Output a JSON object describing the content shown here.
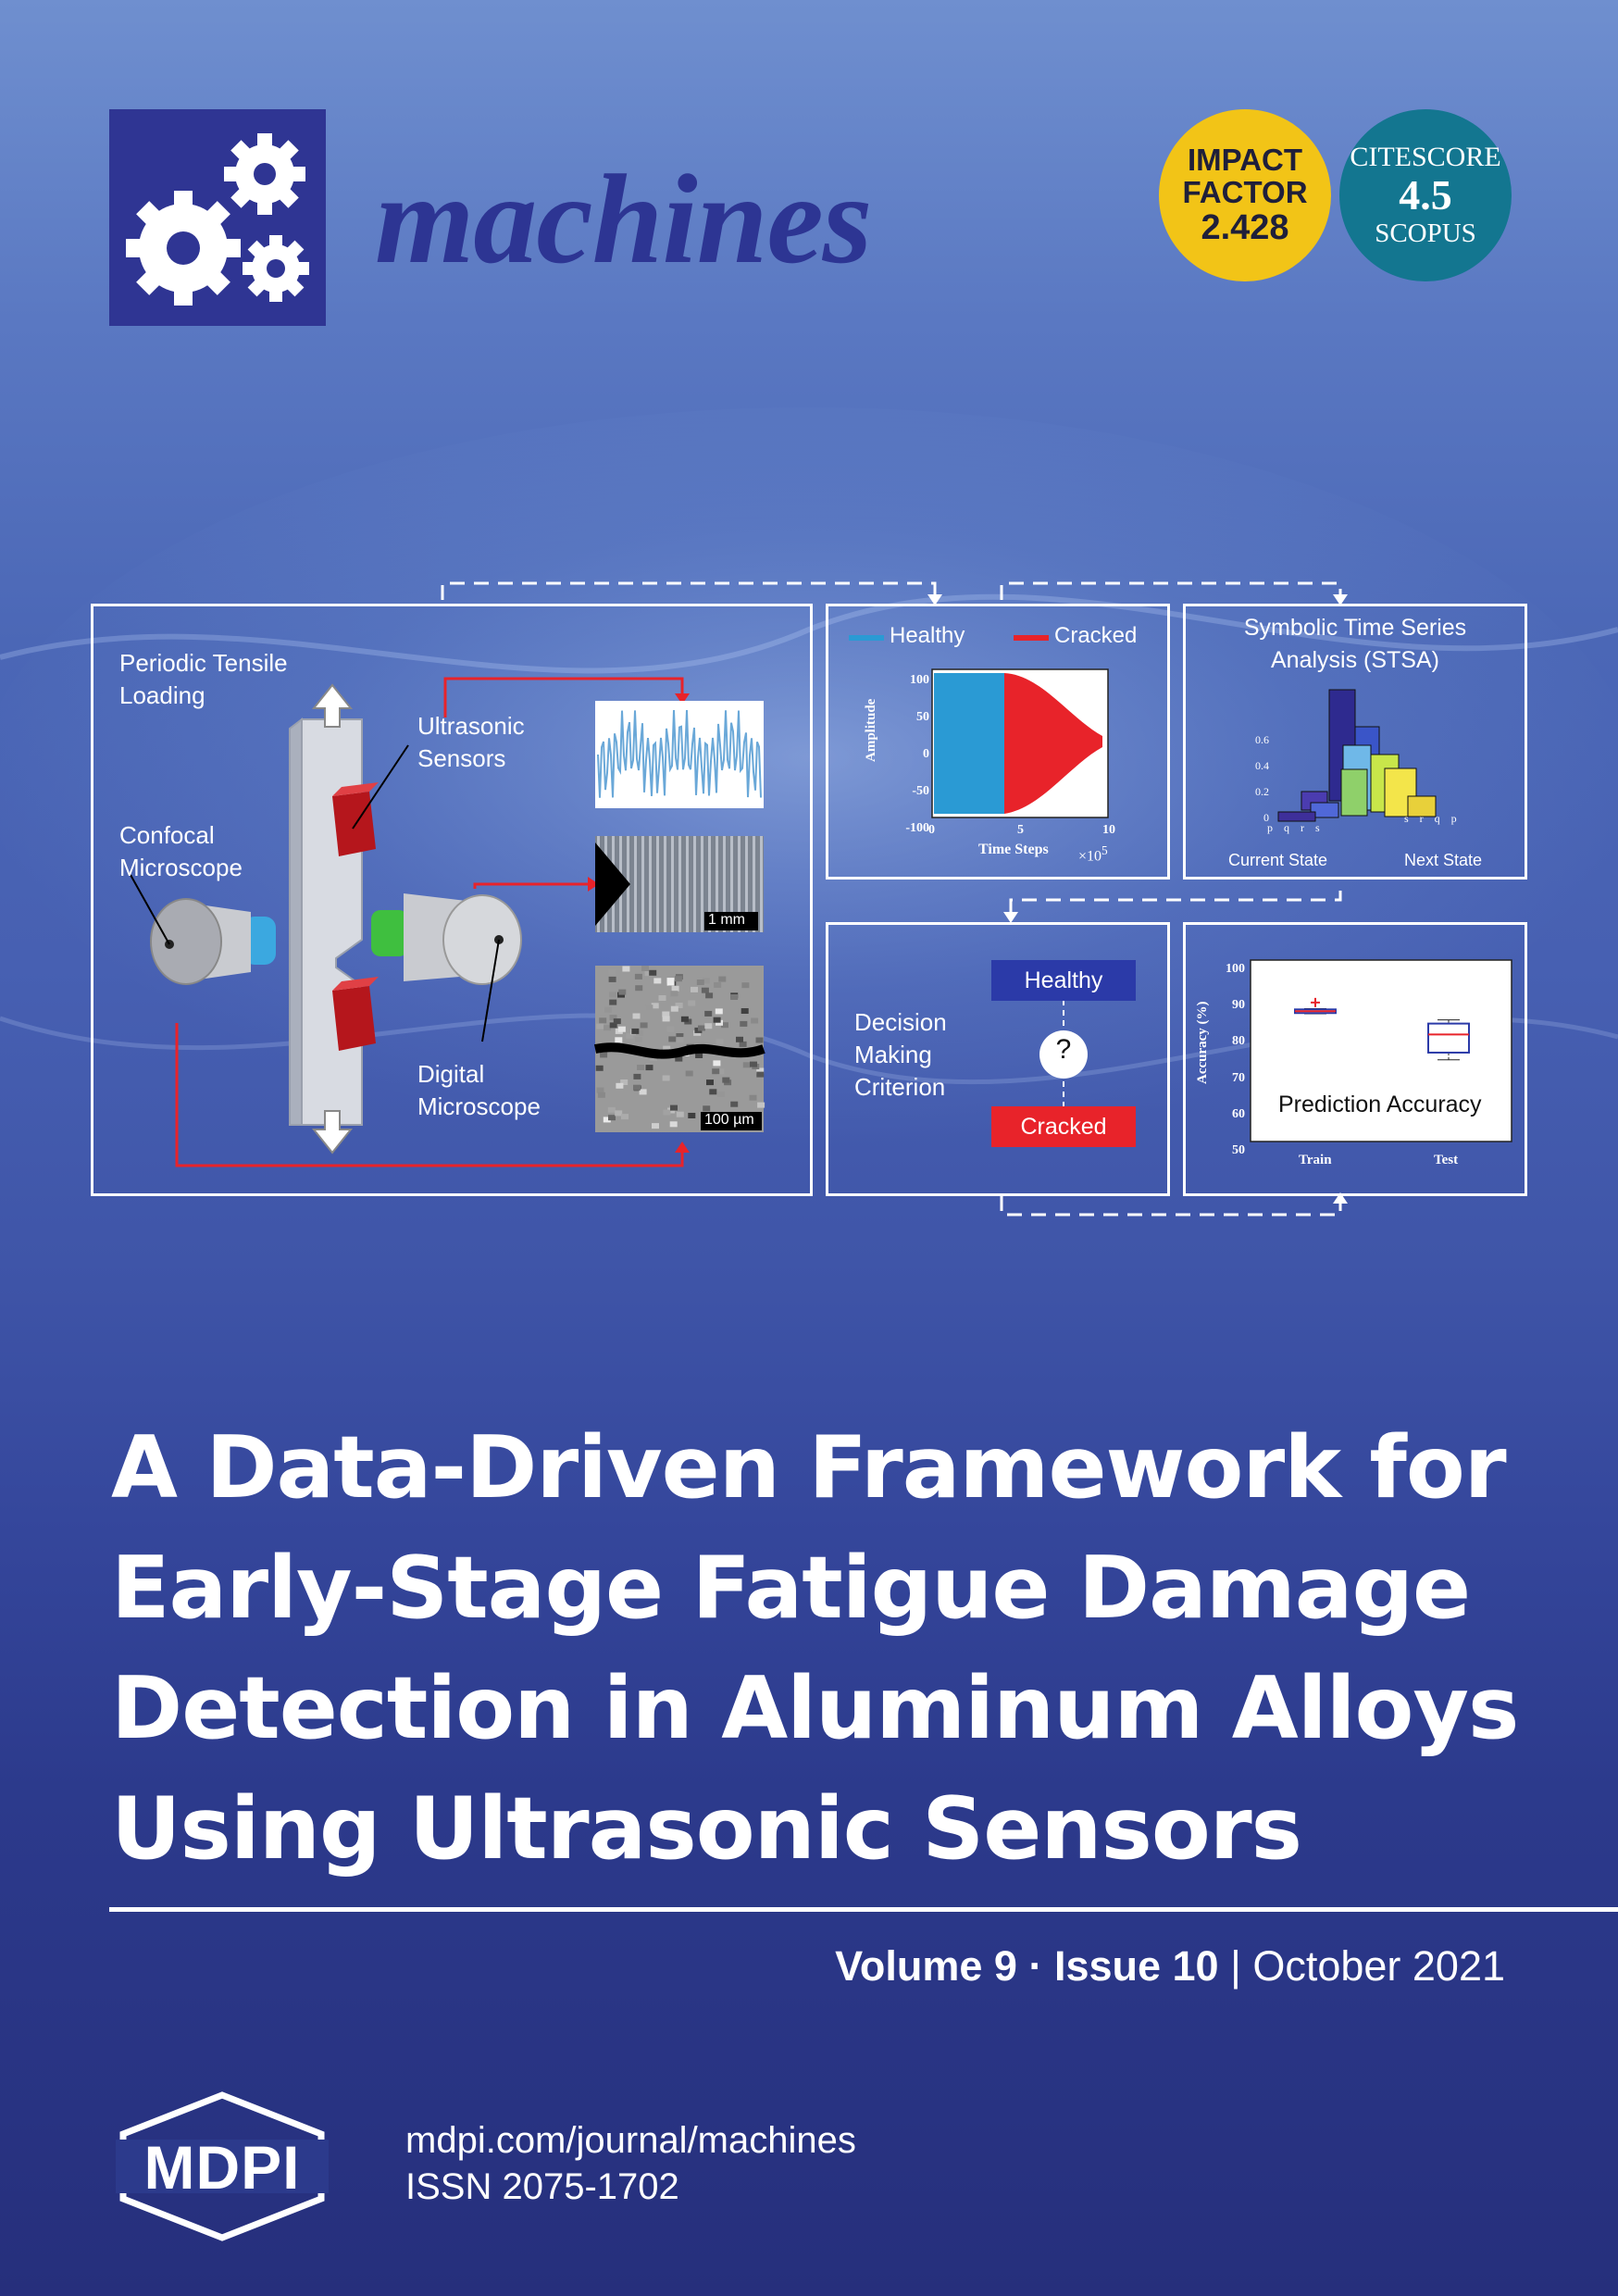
{
  "journal": {
    "name": "machines",
    "impact_factor": {
      "line1": "IMPACT",
      "line2": "FACTOR",
      "value": "2.428"
    },
    "citescore": {
      "line1": "CITESCORE",
      "value": "4.5",
      "line3": "SCOPUS"
    }
  },
  "figure": {
    "left_panel": {
      "periodic_loading": [
        "Periodic Tensile",
        "Loading"
      ],
      "ultrasonic_sensors": [
        "Ultrasonic",
        "Sensors"
      ],
      "confocal_microscope": [
        "Confocal",
        "Microscope"
      ],
      "digital_microscope": [
        "Digital",
        "Microscope"
      ],
      "scale_1mm": "1 mm",
      "scale_100um": "100 µm"
    },
    "signal_panel": {
      "legend_healthy": "Healthy",
      "legend_cracked": "Cracked",
      "ylabel": "Amplitude",
      "xlabel": "Time Steps",
      "x_exponent": "×10",
      "x_exponent_power": "5",
      "yticks": [
        "100",
        "50",
        "0",
        "-50",
        "-100"
      ],
      "xticks": [
        "0",
        "5",
        "10"
      ]
    },
    "stsa_panel": {
      "title": [
        "Symbolic Time Series",
        "Analysis (STSA)"
      ],
      "zticks": [
        "0.6",
        "0.4",
        "0.2",
        "0"
      ],
      "left_axis_letters": [
        "p",
        "q",
        "r",
        "s"
      ],
      "right_axis_letters": [
        "s",
        "r",
        "q",
        "p"
      ],
      "current_state": "Current State",
      "next_state": "Next State"
    },
    "decision_panel": {
      "label": [
        "Decision",
        "Making",
        "Criterion"
      ],
      "healthy": "Healthy",
      "question": "?",
      "cracked": "Cracked"
    },
    "accuracy_panel": {
      "ylabel": "Accuracy (%)",
      "yticks": [
        "100",
        "90",
        "80",
        "70",
        "60",
        "50"
      ],
      "xticks": [
        "Train",
        "Test"
      ],
      "label": "Prediction Accuracy"
    }
  },
  "title_lines": [
    "A Data-Driven Framework for",
    "Early-Stage Fatigue Damage",
    "Detection in Aluminum Alloys",
    "Using Ultrasonic Sensors"
  ],
  "issue": {
    "volume": "Volume 9",
    "separator": "·",
    "issue": "Issue 10",
    "bar": "|",
    "date": "October 2021"
  },
  "publisher": {
    "name": "MDPI",
    "url": "mdpi.com/journal/machines",
    "issn": "ISSN 2075-1702"
  },
  "colors": {
    "healthy": "#2a9ad4",
    "cracked": "#e8232a",
    "logo_blue": "#2f3593",
    "impact_yellow": "#f2c417",
    "citescore_teal": "#137690"
  }
}
